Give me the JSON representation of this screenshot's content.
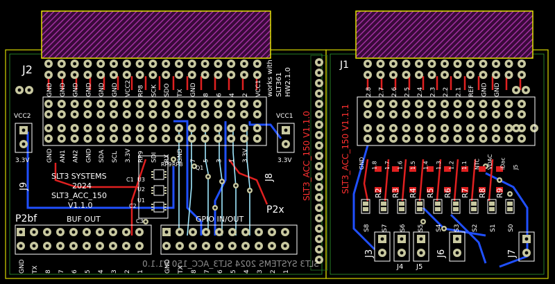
{
  "left_board": {
    "connector_label": "J2",
    "top_pins": [
      "GND",
      "GND",
      "GND",
      "GND",
      "GND",
      "GND",
      "VCC2",
      "RP8",
      "SCK",
      "SDO",
      "TX",
      "GND",
      "8",
      "6",
      "4",
      "2",
      "VCC1"
    ],
    "side_note": [
      "works with",
      "SLT361",
      "HW2.1.0"
    ],
    "bottom_pins": [
      "GND",
      "AN1",
      "AN2",
      "GND",
      "SDA",
      "SCL",
      "3.3V",
      "RP9",
      "SDI",
      "RX",
      "GND",
      "7",
      "5",
      "3",
      "1",
      "3.3V"
    ],
    "vcc2_label": "VCC2",
    "vcc2_voltage": "3.3V",
    "vcc1_label": "VCC1",
    "vcc1_voltage": "3.3V",
    "j9": "J9",
    "j8": "J8",
    "chip_labels": [
      "C1",
      "U3",
      "U2",
      "U1",
      "C2",
      "C3",
      "RP9",
      "RP8",
      "Q1"
    ],
    "company": "SLT3 SYSTEMS",
    "year": "2024",
    "board_name": "SLT3_ACC_150",
    "version": "V1.1.0",
    "p2bf": "P2bf",
    "p2x": "P2x",
    "buf_out": "BUF OUT",
    "gpio": "GPIO IN/OUT",
    "bottom_left_pins": [
      "GND",
      "TX",
      "8",
      "7",
      "6",
      "5",
      "4",
      "3",
      "2",
      "1"
    ],
    "bottom_mid_pins": [
      "GND",
      "TX",
      "8",
      "7",
      "6",
      "5",
      "4",
      "3",
      "2",
      "1"
    ],
    "mirror_text": "SLT3 SYSTEMS 2024 SLT3_ACC_150 V1.1.0"
  },
  "middle_board": {
    "title": "SLT3_ACC_150 V1.1.0",
    "title2": "SLT3_ACC_150 V1.1.1"
  },
  "right_board": {
    "connector_label": "J1",
    "top_pins": [
      "2.8",
      "2.7",
      "2.6",
      "2.5",
      "2.4",
      "2.3",
      "2.2",
      "2.1",
      "REF",
      "GND",
      "GND"
    ],
    "bottom_pins": [
      "GND",
      "1.8",
      "1.7",
      "1.6",
      "1.5",
      "1.4",
      "1.3",
      "1.2",
      "1.1",
      "NTC",
      "VDAC",
      "iDac",
      "J5"
    ],
    "resistors": [
      "R2",
      "R3",
      "R4",
      "R5",
      "R6",
      "R7",
      "R8",
      "R9"
    ],
    "switches": [
      "S8",
      "S7",
      "S6",
      "S5",
      "S4",
      "S3",
      "S2",
      "S1",
      "S0"
    ],
    "jumpers": [
      "J3",
      "J4",
      "J5",
      "J6",
      "J7"
    ]
  },
  "colors": {
    "board_bg": "#000000",
    "outline": "#f0f000",
    "copper_top": "#e02020",
    "copper_bottom": "#2050ff",
    "pad": "#c8c8a0",
    "silk": "#ffffff",
    "courtyard": "#30c030",
    "hatch": "#a030a0"
  }
}
